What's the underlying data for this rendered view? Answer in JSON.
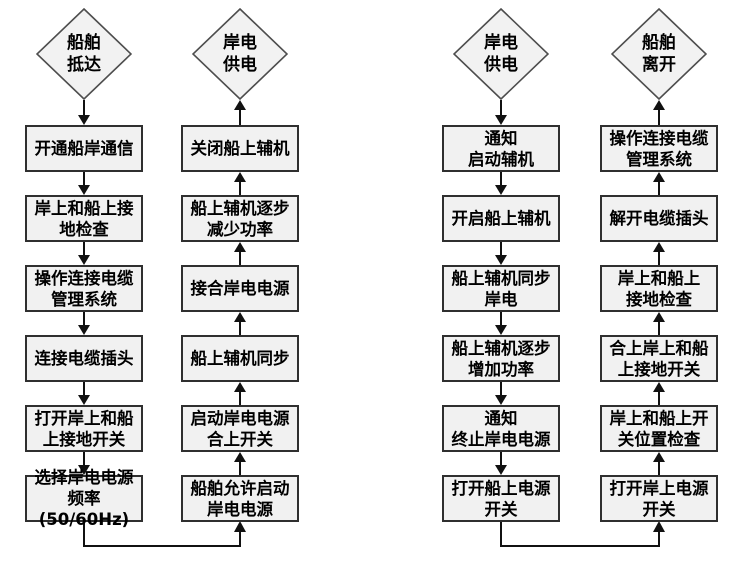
{
  "colors": {
    "background": "#ffffff",
    "box_fill": "#f1f1f1",
    "box_border": "#2f2f2f",
    "terminal_fill": "#f2f2f2",
    "terminal_border": "#4d4d4d",
    "arrow": "#111111",
    "text": "#000000"
  },
  "charts": [
    {
      "down_column": {
        "terminal": "船舶\n抵达",
        "steps": [
          "开通船岸通信",
          "岸上和船上接\n地检查",
          "操作连接电缆\n管理系统",
          "连接电缆插头",
          "打开岸上和船\n上接地开关",
          "选择岸电电源\n频率(50/60Hz)"
        ]
      },
      "up_column": {
        "terminal": "岸电\n供电",
        "steps": [
          "关闭船上辅机",
          "船上辅机逐步\n减少功率",
          "接合岸电电源",
          "船上辅机同步",
          "启动岸电电源\n合上开关",
          "船舶允许启动\n岸电电源"
        ]
      }
    },
    {
      "down_column": {
        "terminal": "岸电\n供电",
        "steps": [
          "通知\n启动辅机",
          "开启船上辅机",
          "船上辅机同步\n岸电",
          "船上辅机逐步\n增加功率",
          "通知\n终止岸电电源",
          "打开船上电源\n开关"
        ]
      },
      "up_column": {
        "terminal": "船舶\n离开",
        "steps": [
          "操作连接电缆\n管理系统",
          "解开电缆插头",
          "岸上和船上\n接地检查",
          "合上岸上和船\n上接地开关",
          "岸上和船上开\n关位置检查",
          "打开岸上电源\n开关"
        ]
      }
    }
  ]
}
